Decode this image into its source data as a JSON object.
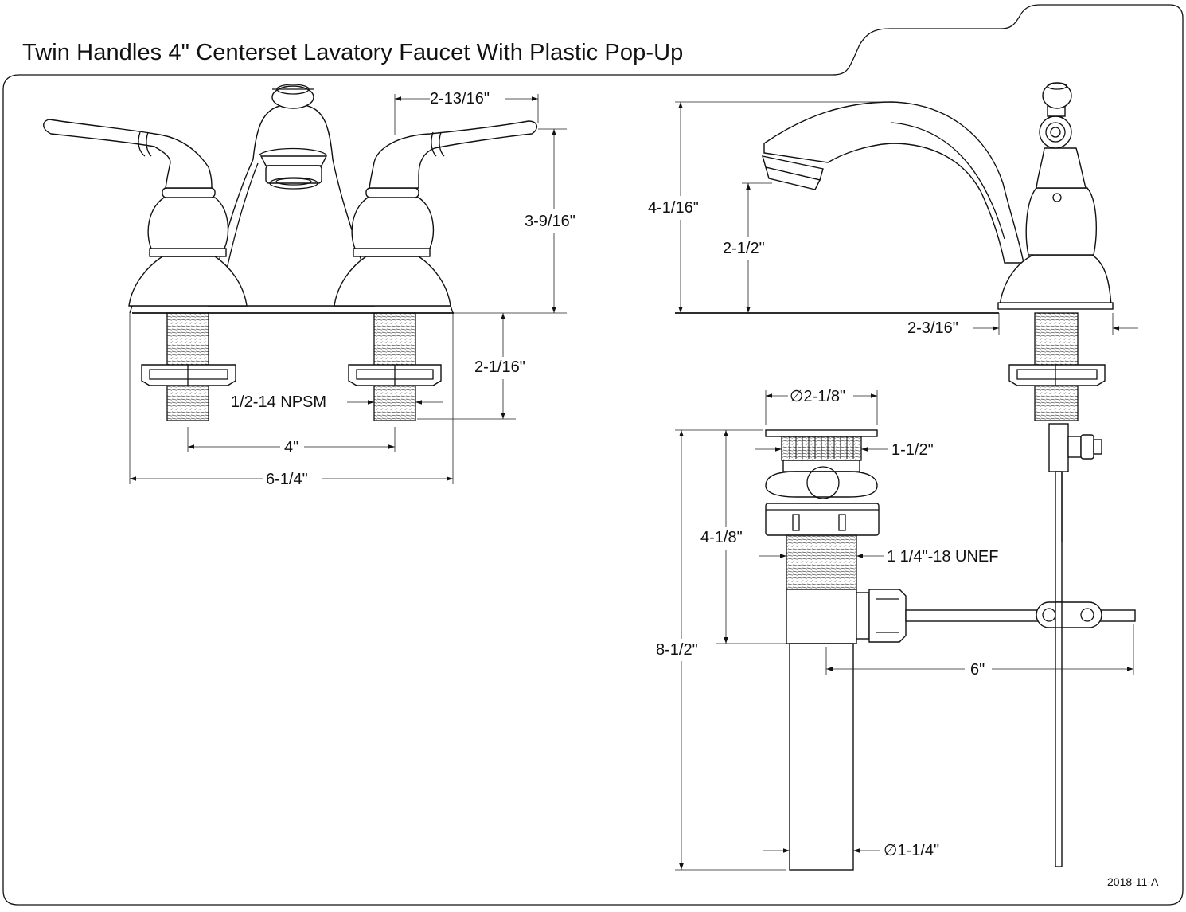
{
  "title": "Twin Handles 4\" Centerset Lavatory Faucet With Plastic Pop-Up",
  "reference": "2018-11-A",
  "dimensions": {
    "handle_offset": "2-13/16\"",
    "front_height": "3-9/16\"",
    "shank_length": "2-1/16\"",
    "shank_thread": "1/2-14 NPSM",
    "center_spacing": "4\"",
    "overall_width": "6-1/4\"",
    "side_height": "4-1/16\"",
    "spout_clearance": "2-1/2\"",
    "spout_reach": "2-3/16\"",
    "flange_diameter": "∅2-1/8\"",
    "flange_inner": "1-1/2\"",
    "drain_height": "4-1/8\"",
    "drain_thread": "1 1/4\"-18 UNEF",
    "drain_total": "8-1/2\"",
    "rod_length": "6\"",
    "tailpiece_diameter": "∅1-1/4\""
  }
}
